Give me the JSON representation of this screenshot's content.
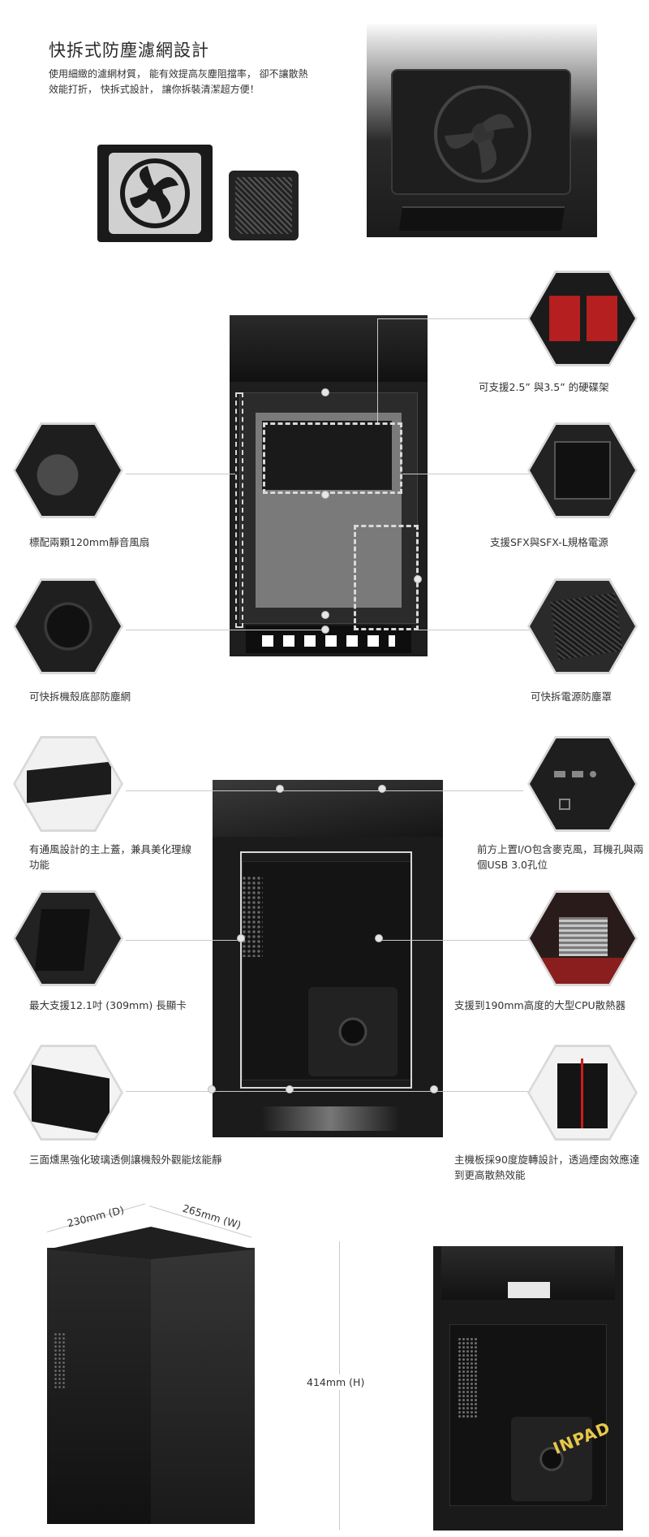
{
  "filter_section": {
    "title": "快拆式防塵濾網設計",
    "description": "使用細緻的濾網材質， 能有效提高灰塵阻擋率， 卻不讓散熱效能打折， 快拆式設計， 讓你拆裝清潔超方便！"
  },
  "features_front": {
    "hdd_bracket": "可支援2.5” 與3.5” 的硬碟架",
    "fans": "標配兩顆120mm靜音風扇",
    "psu": "支援SFX與SFX-L規格電源",
    "bottom_filter": "可快拆機殼底部防塵網",
    "psu_filter": "可快拆電源防塵罩"
  },
  "features_side": {
    "top_cover": "有通風設計的主上蓋，兼具美化理線功能",
    "front_io": "前方上置I/O包含麥克風，耳機孔與兩個USB 3.0孔位",
    "gpu": "最大支援12.1吋 (309mm) 長顯卡",
    "cpu_cooler": "支援到190mm高度的大型CPU散熱器",
    "glass": "三面燻黑強化玻璃透側讓機殼外觀能炫能靜",
    "rotation": "主機板採90度旋轉設計，透過煙囪效應達到更高散熱效能"
  },
  "dimensions": {
    "depth": "230mm (D)",
    "width": "265mm (W)",
    "height": "414mm (H)"
  },
  "watermark": "INPAD"
}
